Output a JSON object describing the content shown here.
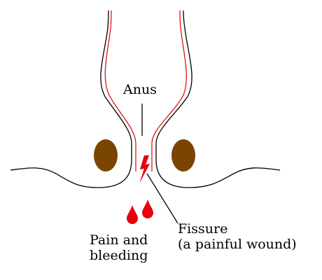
{
  "labels": {
    "anus": "Anus",
    "fissure_line1": "Fissure",
    "fissure_line2": "(a painful wound)",
    "pain_line1": "Pain and",
    "pain_line2": "bleeding"
  },
  "colors": {
    "outline": "#000000",
    "lining": "#e00000",
    "blood": "#e8000a",
    "tissue": "#7a4500",
    "background": "#ffffff"
  },
  "icons": {
    "fissure": "lightning-bolt-icon",
    "blood": "blood-drop-icon"
  }
}
